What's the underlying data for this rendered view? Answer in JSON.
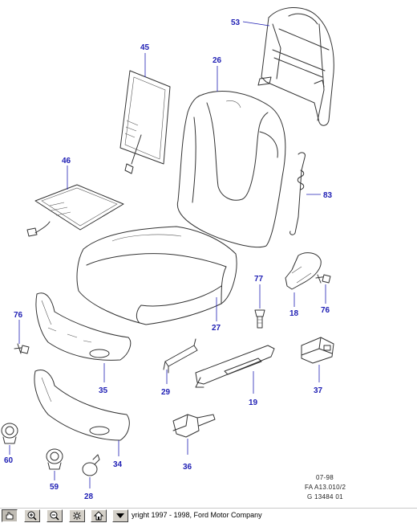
{
  "callouts": {
    "c53": "53",
    "c45": "45",
    "c26": "26",
    "c46": "46",
    "c83": "83",
    "c77": "77",
    "c76a": "76",
    "c18": "18",
    "c76b": "76",
    "c27": "27",
    "c29": "29",
    "c19": "19",
    "c35": "35",
    "c37": "37",
    "c60": "60",
    "c34": "34",
    "c59": "59",
    "c28": "28",
    "c36": "36"
  },
  "doc_info": {
    "date": "07-98",
    "ref": "FA A13.010/2",
    "code": "G 13484 01"
  },
  "toolbar": {
    "copyright": "yright 1997 - 1998, Ford Motor Company",
    "buttons": [
      "pan-icon",
      "zoom-in-icon",
      "zoom-out-icon",
      "zoom-fit-icon",
      "home-icon",
      "menu-down-icon"
    ]
  },
  "colors": {
    "callout": "#1f1fb4",
    "line": "#333333",
    "toolbar_button": "#d4d0c8"
  }
}
